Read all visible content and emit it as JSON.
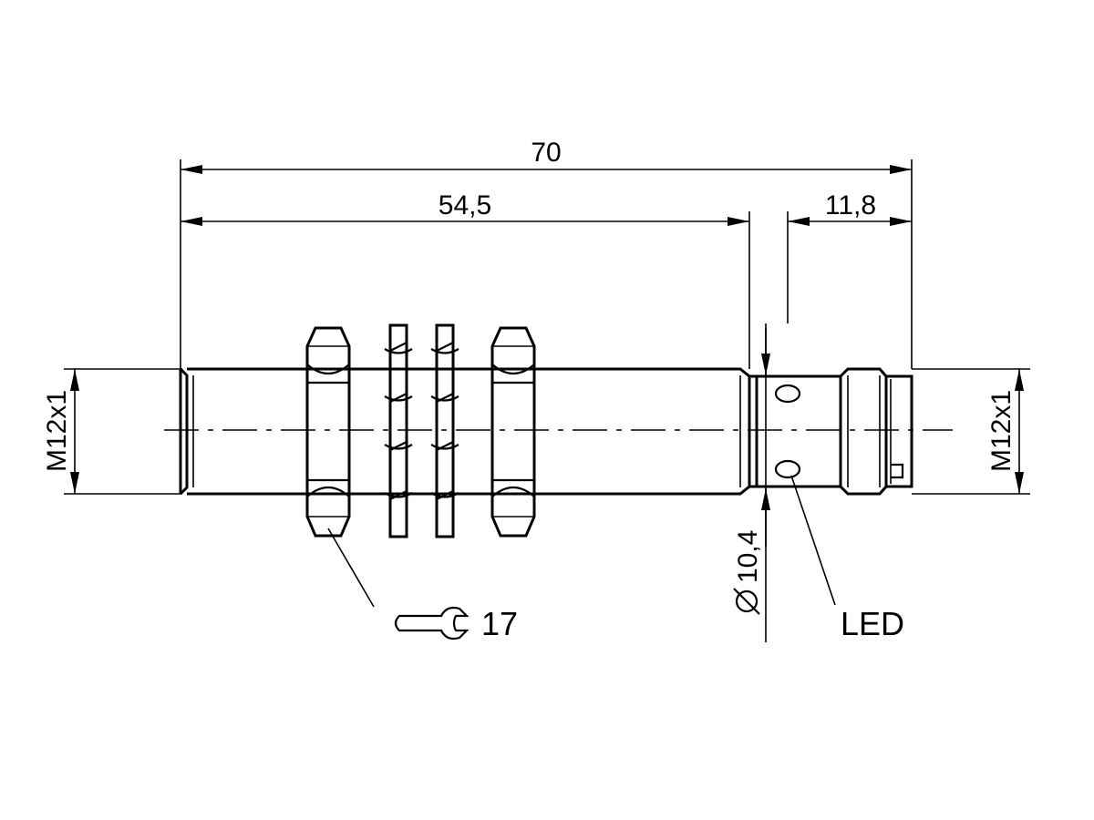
{
  "dimensions": {
    "overall_length": "70",
    "thread_length": "54,5",
    "connector_length": "11,8",
    "thread_left": "M12x1",
    "thread_right": "M12x1",
    "diameter": "10,4",
    "diameter_symbol": "⌀"
  },
  "labels": {
    "wrench_size": "17",
    "led": "LED"
  },
  "icons": {
    "wrench": "wrench-icon"
  }
}
